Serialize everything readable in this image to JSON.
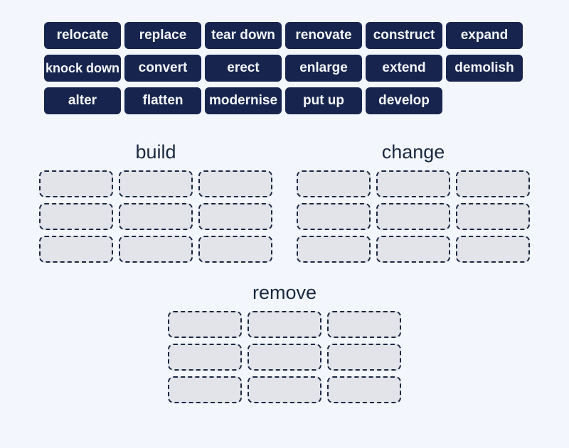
{
  "colors": {
    "page_background": "#f3f7fd",
    "tile_background": "#17254e",
    "tile_text": "#f4f5f7",
    "group_title_text": "#1b2942",
    "slot_fill": "#e3e4ea",
    "slot_border": "#1b2742"
  },
  "word_bank": {
    "tiles": [
      "relocate",
      "replace",
      "tear down",
      "renovate",
      "construct",
      "expand",
      "knock down",
      "convert",
      "erect",
      "enlarge",
      "extend",
      "demolish",
      "alter",
      "flatten",
      "modernise",
      "put up",
      "develop"
    ]
  },
  "groups": [
    {
      "label": "build",
      "slot_count": 9
    },
    {
      "label": "change",
      "slot_count": 9
    },
    {
      "label": "remove",
      "slot_count": 9
    }
  ]
}
